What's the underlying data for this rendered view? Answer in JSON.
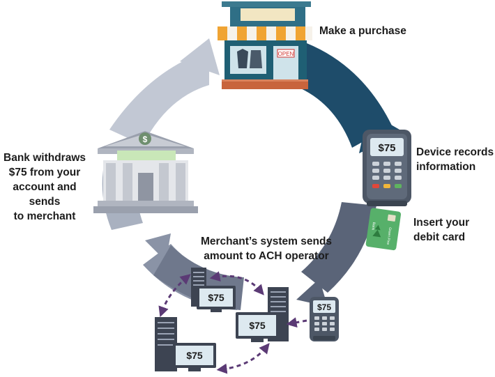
{
  "steps": {
    "purchase": "Make a purchase",
    "device": [
      "Device records",
      "information"
    ],
    "insert": [
      "Insert your",
      "debit card"
    ],
    "merchant": [
      "Merchant’s system sends",
      "amount to ACH operator"
    ],
    "bank": [
      "Bank withdraws",
      "$75 from your",
      "account and sends",
      "to merchant"
    ]
  },
  "amount": "$75",
  "store_sign": "OPEN",
  "bank_symbol": "$",
  "card_text": [
    "Green Pine",
    "Bank"
  ],
  "colors": {
    "ring_dark": "#1e4c6a",
    "ring_mid": "#5a6478",
    "ring_light": "#9aa3b4",
    "ring_pale": "#c2c8d4",
    "arrow_purple": "#5b3a75",
    "card_green": "#57b06a"
  },
  "icons": [
    "storefront-icon",
    "card-terminal-icon",
    "debit-card-icon",
    "bank-building-icon",
    "server-monitor-icon"
  ]
}
